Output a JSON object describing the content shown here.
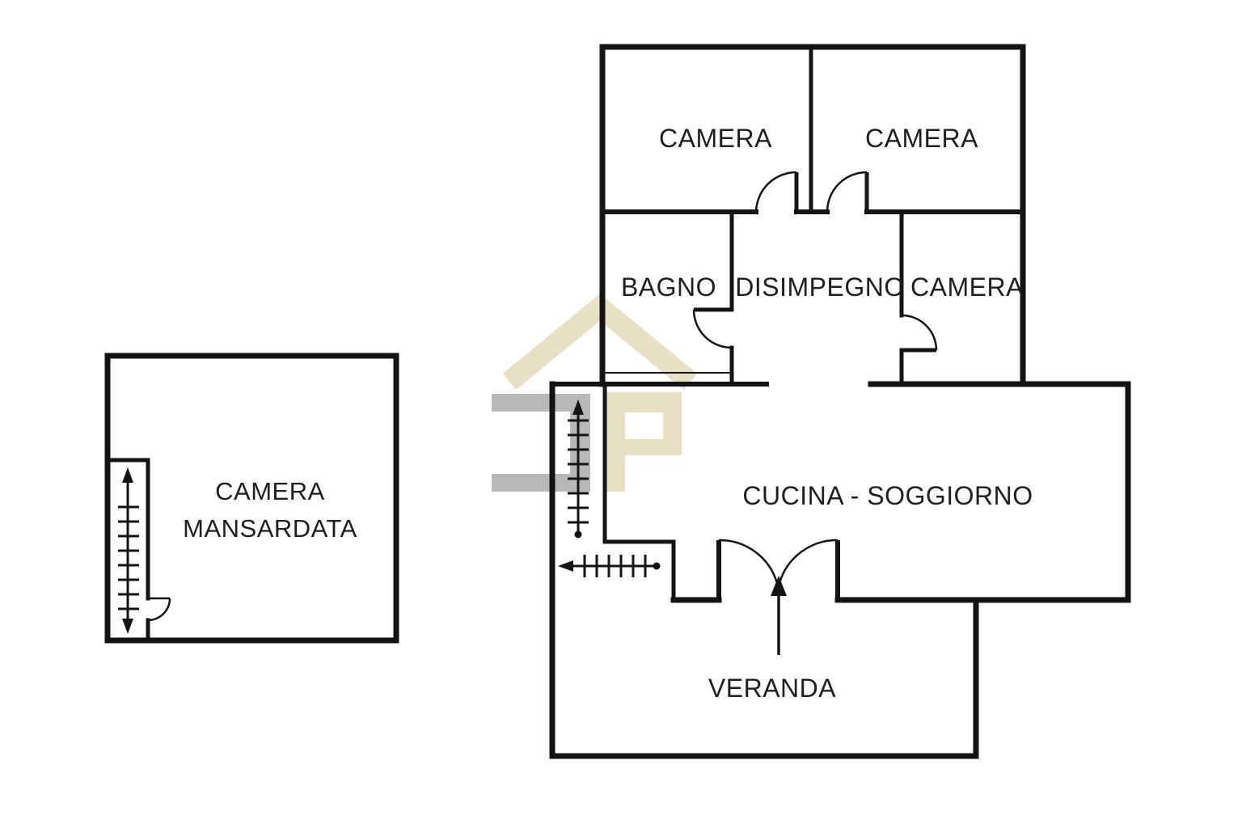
{
  "plan": {
    "type": "apartment-floor-plan",
    "language": "Italian",
    "rooms": [
      {
        "id": "camera-nw",
        "label": "CAMERA"
      },
      {
        "id": "camera-ne",
        "label": "CAMERA"
      },
      {
        "id": "bagno",
        "label": "BAGNO"
      },
      {
        "id": "disimpegno",
        "label": "DISIMPEGNO"
      },
      {
        "id": "camera-e",
        "label": "CAMERA"
      },
      {
        "id": "cucina",
        "label": "CUCINA - SOGGIORNO"
      },
      {
        "id": "veranda",
        "label": "VERANDA"
      }
    ],
    "mansarda": {
      "label_line1": "CAMERA",
      "label_line2": "MANSARDATA"
    },
    "symbols": {
      "stairs_vertical": "stairs-up-arrow",
      "stairs_horizontal": "stairs-left-arrow",
      "stairs_mansarda": "stairs-double-arrow",
      "entrance": "entrance-arrow-up",
      "doors": "quarter-circle-door-swings"
    },
    "watermark": {
      "description": "house-roof-with-JP-monogram",
      "tan": "#e7dfc2",
      "gray": "#b5b5b5"
    },
    "colors": {
      "background": "#ffffff",
      "wall": "#141414",
      "label": "#1f1f1f"
    }
  }
}
